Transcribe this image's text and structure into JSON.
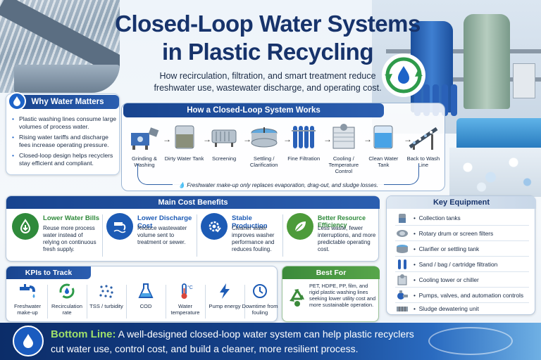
{
  "header": {
    "title": "Closed-Loop Water Systems in Plastic Recycling",
    "subtitle": "How recirculation, filtration, and smart treatment reduce freshwater use, wastewater discharge, and operating cost."
  },
  "why": {
    "title": "Why Water Matters",
    "items": [
      "Plastic washing lines consume large volumes of process water.",
      "Rising water tariffs and discharge fees increase operating pressure.",
      "Closed-loop design helps recyclers stay efficient and compliant."
    ]
  },
  "how": {
    "title": "How a Closed-Loop System Works",
    "steps": [
      {
        "label": "Grinding & Washing",
        "icon": "grinder-icon"
      },
      {
        "label": "Dirty Water Tank",
        "icon": "tank-icon"
      },
      {
        "label": "Screening",
        "icon": "screen-filter-icon"
      },
      {
        "label": "Settling / Clarification",
        "icon": "clarifier-icon"
      },
      {
        "label": "Fine Filtration",
        "icon": "filter-cartridge-icon"
      },
      {
        "label": "Cooling / Temperature Control",
        "icon": "cooling-tower-icon"
      },
      {
        "label": "Clean Water Tank",
        "icon": "clean-tank-icon"
      },
      {
        "label": "Back to Wash Line",
        "icon": "conveyor-icon"
      }
    ],
    "note": "Freshwater make-up only replaces evaporation, drag-out, and sludge losses."
  },
  "benefits": {
    "title": "Main Cost Benefits",
    "items": [
      {
        "title": "Lower Water Bills",
        "text": "Reuse more process water instead of relying on continuous fresh supply.",
        "icon": "water-down-icon",
        "color": "#2f8a3b"
      },
      {
        "title": "Lower Discharge Cost",
        "text": "Reduce wastewater volume sent to treatment or sewer.",
        "icon": "discharge-pipe-icon",
        "color": "#1d5bb5"
      },
      {
        "title": "Stable Production",
        "text": "Cleaner water improves washer performance and reduces fouling.",
        "icon": "gear-check-icon",
        "color": "#1d5bb5"
      },
      {
        "title": "Better Resource Efficiency",
        "text": "Less waste, fewer interruptions, and more predictable operating cost.",
        "icon": "leaf-icon",
        "color": "#4d9b3a"
      }
    ]
  },
  "equipment": {
    "title": "Key Equipment",
    "items": [
      {
        "label": "Collection tanks",
        "icon": "collection-tank-icon"
      },
      {
        "label": "Rotary drum or screen filters",
        "icon": "drum-filter-icon"
      },
      {
        "label": "Clarifier or settling tank",
        "icon": "clarifier-icon"
      },
      {
        "label": "Sand / bag / cartridge filtration",
        "icon": "cartridge-icon"
      },
      {
        "label": "Cooling tower or chiller",
        "icon": "chiller-icon"
      },
      {
        "label": "Pumps, valves, and automation controls",
        "icon": "pump-icon"
      },
      {
        "label": "Sludge dewatering unit",
        "icon": "dewatering-icon"
      }
    ]
  },
  "kpis": {
    "title": "KPIs to Track",
    "items": [
      {
        "label": "Freshwater make-up",
        "icon": "faucet-icon"
      },
      {
        "label": "Recirculation rate",
        "icon": "recirculation-icon"
      },
      {
        "label": "TSS / turbidity",
        "icon": "particles-icon"
      },
      {
        "label": "COD",
        "icon": "flask-icon"
      },
      {
        "label": "Water temperature",
        "icon": "thermometer-icon"
      },
      {
        "label": "Pump energy",
        "icon": "lightning-icon"
      },
      {
        "label": "Downtime from fouling",
        "icon": "clock-icon"
      }
    ]
  },
  "best_for": {
    "title": "Best For",
    "text": "PET, HDPE, PP, film, and rigid plastic washing lines seeking lower utility cost and more sustainable operation.",
    "icon": "recycle-icon"
  },
  "bottom_line": {
    "label": "Bottom Line:",
    "text": "A well-designed closed-loop water system can help plastic recyclers cut water use, control cost, and build a cleaner, more resilient process."
  },
  "colors": {
    "navy": "#17336b",
    "blue": "#1d5bb5",
    "green": "#3b8a3a",
    "accent_green": "#9fe06a"
  }
}
